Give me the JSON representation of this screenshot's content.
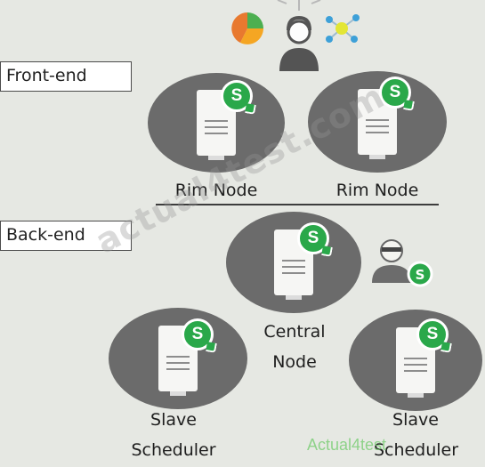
{
  "colors": {
    "background": "#e6e8e3",
    "node": "#6b6b6b",
    "badge": "#2aa84a",
    "watermark": "#969696"
  },
  "tiers": {
    "front_end": "Front-end",
    "back_end": "Back-end"
  },
  "nodes": {
    "rim_left": "Rim Node",
    "rim_right": "Rim Node",
    "central_line1": "Central",
    "central_line2": "Node",
    "slave_left_line1": "Slave",
    "slave_left_line2": "Scheduler",
    "slave_right_line1": "Slave",
    "slave_right_line2": "Scheduler"
  },
  "badge_letter": "S",
  "icons": {
    "top": [
      "pie-chart-icon",
      "user-icon",
      "network-icon"
    ],
    "admin": "admin-user-icon"
  },
  "watermark": "actual4test.com",
  "footer_watermark": "Actual4test"
}
